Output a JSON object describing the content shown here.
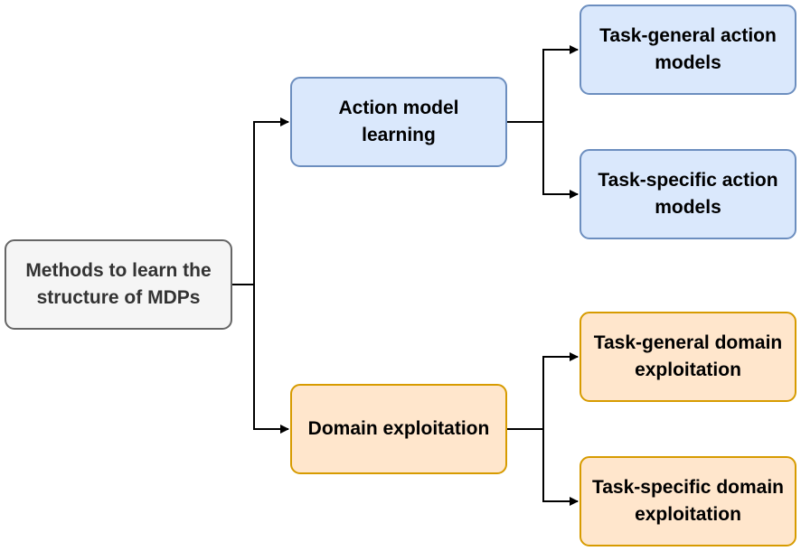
{
  "diagram": {
    "nodes": {
      "root": {
        "label": "Methods to learn the structure of MDPs",
        "fill": "#f5f5f5",
        "stroke": "#666666"
      },
      "action_model_learning": {
        "label": "Action model learning",
        "fill": "#dae8fc",
        "stroke": "#6c8ebf"
      },
      "domain_exploitation": {
        "label": "Domain exploitation",
        "fill": "#ffe6cc",
        "stroke": "#d79b00"
      },
      "task_general_action_models": {
        "label": "Task-general action models",
        "fill": "#dae8fc",
        "stroke": "#6c8ebf"
      },
      "task_specific_action_models": {
        "label": "Task-specific action models",
        "fill": "#dae8fc",
        "stroke": "#6c8ebf"
      },
      "task_general_domain_exploitation": {
        "label": "Task-general domain exploitation",
        "fill": "#ffe6cc",
        "stroke": "#d79b00"
      },
      "task_specific_domain_exploitation": {
        "label": "Task-specific domain exploitation",
        "fill": "#ffe6cc",
        "stroke": "#d79b00"
      }
    },
    "edges": [
      {
        "from": "root",
        "to": "action_model_learning"
      },
      {
        "from": "root",
        "to": "domain_exploitation"
      },
      {
        "from": "action_model_learning",
        "to": "task_general_action_models"
      },
      {
        "from": "action_model_learning",
        "to": "task_specific_action_models"
      },
      {
        "from": "domain_exploitation",
        "to": "task_general_domain_exploitation"
      },
      {
        "from": "domain_exploitation",
        "to": "task_specific_domain_exploitation"
      }
    ],
    "edge_color": "#000000"
  }
}
